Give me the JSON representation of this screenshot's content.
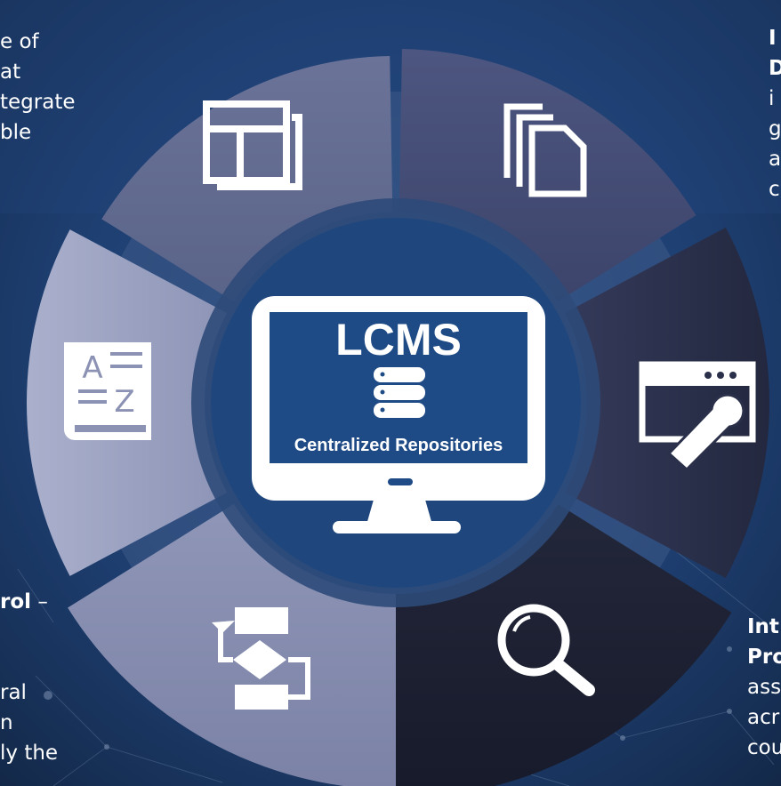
{
  "center": {
    "title": "LCMS",
    "subtitle": "Centralized Repositories"
  },
  "segments": [
    {
      "icon": "layout-windows-icon"
    },
    {
      "icon": "documents-stack-icon"
    },
    {
      "icon": "wrench-window-icon"
    },
    {
      "icon": "magnifier-icon"
    },
    {
      "icon": "flowchart-icon"
    },
    {
      "icon": "dictionary-book-icon"
    }
  ],
  "side_text": {
    "top_left": [
      "e of",
      "at",
      "tegrate",
      "ble"
    ],
    "top_right": [
      "I",
      "D",
      "i",
      "g",
      "a",
      "c"
    ],
    "bottom_left_bold": "rol",
    "bottom_left_dash": " –",
    "bottom_left": [
      "ral",
      "n",
      "ly the"
    ],
    "bottom_right_bold": [
      "Int",
      "Pro"
    ],
    "bottom_right": [
      "ass",
      "acr",
      "cou"
    ]
  },
  "colors": {
    "background": "#1c3a66",
    "center_disc": "#1f477e",
    "monitor_screen": "#1e4a85",
    "icon": "#ffffff"
  }
}
